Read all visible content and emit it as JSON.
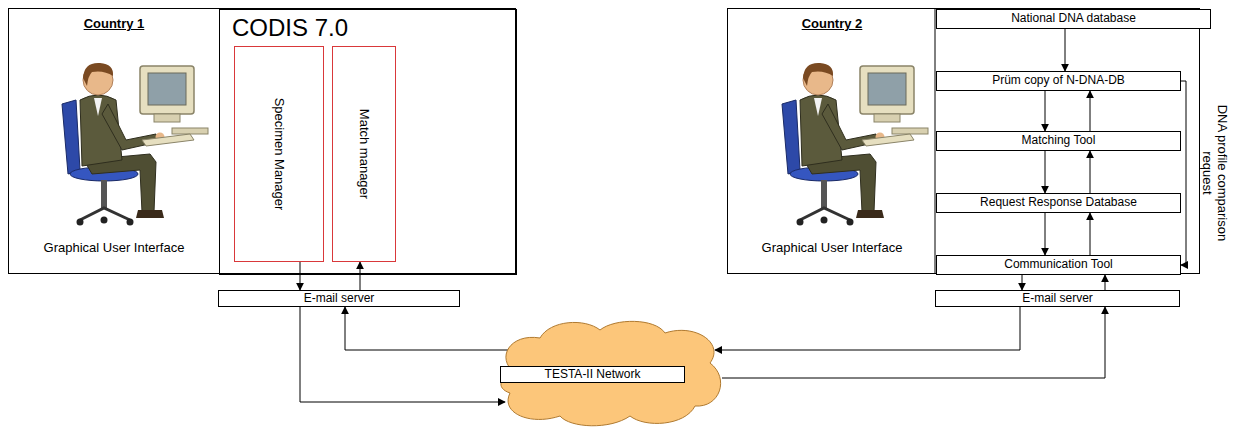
{
  "diagram": {
    "nodes": [
      {
        "text": [
          "Country 1",
          "Graphical User Interface"
        ]
      },
      {
        "text": [
          "CODIS 7.0"
        ],
        "in": 0
      },
      {
        "text": [
          "Specimen Manager"
        ],
        "in": 1
      },
      {
        "text": [
          "Match manager"
        ],
        "in": 1
      },
      {
        "text": [
          "E-mail server"
        ]
      },
      {
        "text": [
          "TESTA-II Network"
        ]
      },
      {
        "text": [
          "Country 2",
          "Graphical User Interface"
        ]
      },
      {
        "text": [
          "National DNA database"
        ],
        "in": 6
      },
      {
        "text": [
          "Prüm copy of N-DNA-DB"
        ],
        "in": 6
      },
      {
        "text": [
          "Matching Tool"
        ],
        "in": 6
      },
      {
        "text": [
          "Request Response Database"
        ],
        "in": 6
      },
      {
        "text": [
          "Communication Tool"
        ],
        "in": 6
      },
      {
        "text": [
          "E-mail server"
        ]
      }
    ],
    "edges": [
      {
        "from": 2,
        "to": 4,
        "arrow": "to"
      },
      {
        "from": 4,
        "to": 3,
        "arrow": "to"
      },
      {
        "from": 4,
        "to": 5,
        "arrow": "to"
      },
      {
        "from": 5,
        "to": 4,
        "arrow": "to"
      },
      {
        "from": 5,
        "to": 12,
        "arrow": "to"
      },
      {
        "from": 12,
        "to": 5,
        "arrow": "to"
      },
      {
        "from": 7,
        "to": 8,
        "arrow": "to"
      },
      {
        "from": 8,
        "to": 9,
        "arrow": "to"
      },
      {
        "from": 9,
        "to": 8,
        "arrow": "to"
      },
      {
        "from": 9,
        "to": 10,
        "arrow": "to"
      },
      {
        "from": 10,
        "to": 9,
        "arrow": "to"
      },
      {
        "from": 10,
        "to": 11,
        "arrow": "to"
      },
      {
        "from": 11,
        "to": 10,
        "arrow": "to"
      },
      {
        "from": 11,
        "to": 12,
        "arrow": "to"
      },
      {
        "from": 12,
        "to": 11,
        "arrow": "to"
      },
      {
        "from": 8,
        "to": 11,
        "label": "DNA profile comparison request",
        "arrow": "to"
      }
    ]
  }
}
